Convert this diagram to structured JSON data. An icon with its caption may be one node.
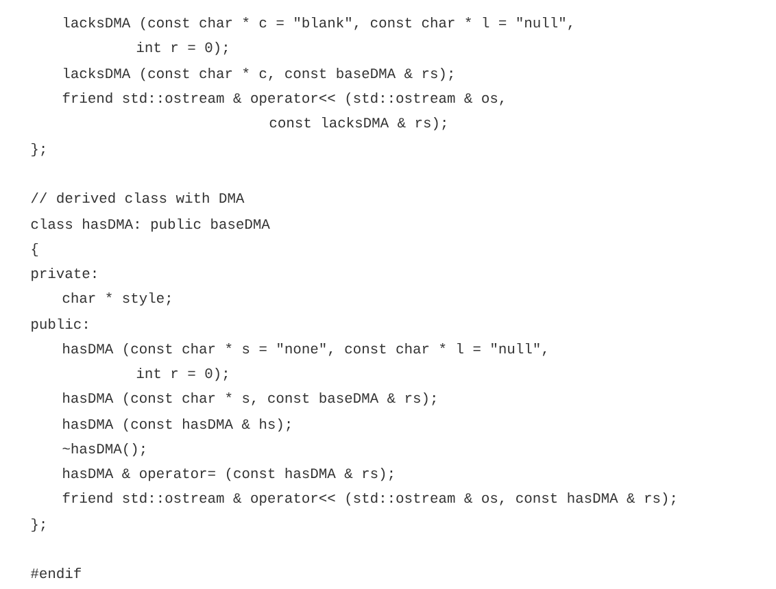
{
  "diagram": {
    "labels": [
      "lacksDMA (const char * c = \"blank\", const char * l = \"null\",",
      "int r = 0);",
      "lacksDMA (const char * c, const baseDMA & rs);",
      "friend std::ostream & operator<< (std::ostream & os,",
      "const lacksDMA & rs);",
      "};",
      "// derived class with DMA",
      "class hasDMA: public baseDMA",
      "{",
      "private:",
      "char * style;",
      "public:",
      "hasDMA (const char * s = \"none\", const char * l = \"null\",",
      "int r = 0);",
      "hasDMA (const char * s, const baseDMA & rs);",
      "hasDMA (const hasDMA & hs);",
      "~hasDMA();",
      "hasDMA & operator= (const hasDMA & rs);",
      "friend std::ostream & operator<< (std::ostream & os, const hasDMA & rs);",
      "};",
      "#endif"
    ]
  }
}
